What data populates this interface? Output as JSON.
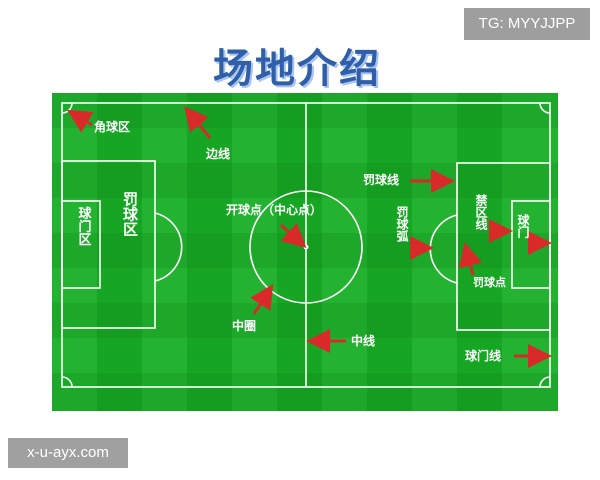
{
  "title": "场地介绍",
  "watermark_top": "TG: MYYJJPP",
  "watermark_bottom": "x-u-ayx.com",
  "colors": {
    "grass_dark": "#17a524",
    "grass_light": "#2ec03a",
    "lines": "#ffffff",
    "arrows": "#d92a2a",
    "label_text": "#ffffff",
    "title": "#2f5fa8"
  },
  "labels": {
    "corner_area": "角球区",
    "touchline": "边线",
    "kickoff_spot": "开球点（中心点）",
    "goal_area": "球门区",
    "penalty_area": "罚球区",
    "center_circle": "中圈",
    "halfway_line": "中线",
    "penalty_line": "罚球线",
    "penalty_arc": "罚球弧",
    "restricted_area_line": "禁区线",
    "goal": "球门",
    "penalty_spot": "罚球点",
    "goal_line": "球门线"
  }
}
